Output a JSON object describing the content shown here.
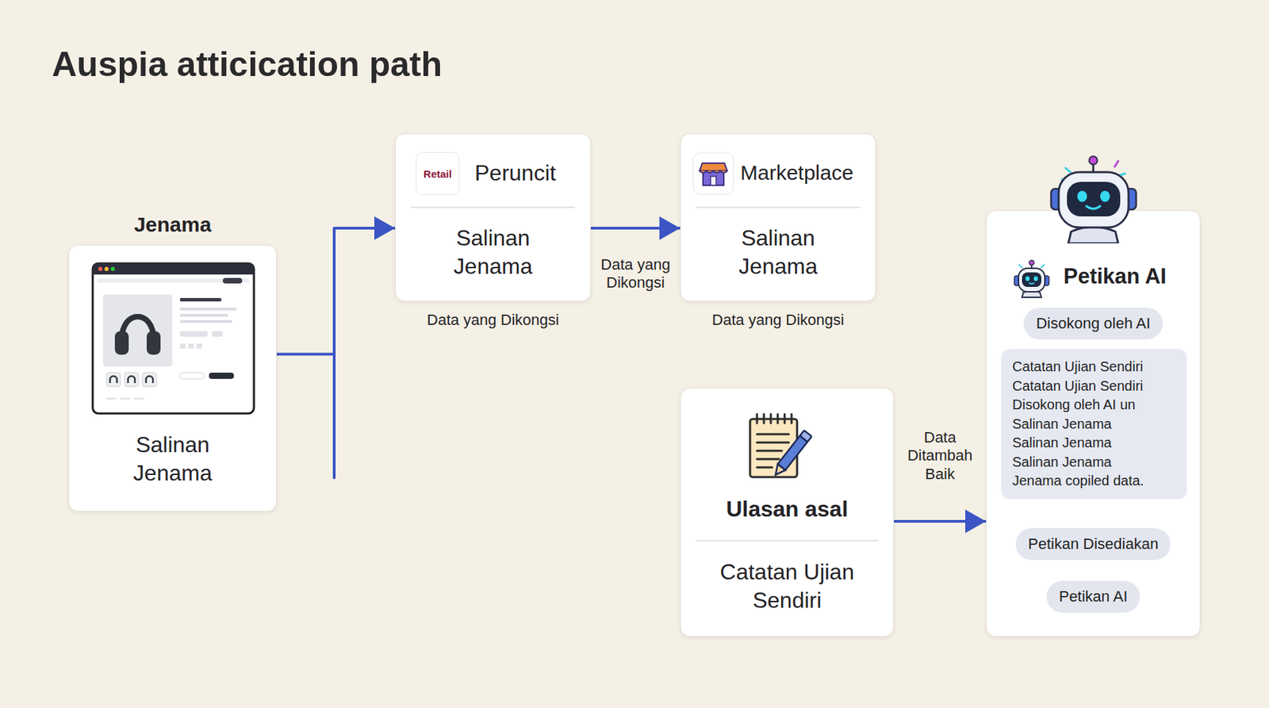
{
  "diagram": {
    "title": "Auspia atticication path",
    "nodes": [
      {
        "text": [
          "Jenama",
          "Salinan Jenama"
        ]
      },
      {
        "text": [
          "Peruncit",
          "Salinan Jenama",
          "Data yang Dikongsi"
        ]
      },
      {
        "text": [
          "Retail"
        ],
        "in": 1
      },
      {
        "text": [
          "Marketplace",
          "Salinan Jenama",
          "Data yang Dikongsi"
        ]
      },
      {
        "text": [
          "Ulasan asal",
          "Catatan Ujian Sendiri"
        ]
      },
      {
        "text": [
          "Petikan AI"
        ]
      },
      {
        "text": [
          "Disokong oleh AI"
        ],
        "in": 5
      },
      {
        "text": [
          "Catatan Ujian Sendiri Catatan Ujian Sendiri Disokong oleh AI un Salinan Jenama Salinan Jenama Salinan Jenama Jenama copiled data."
        ],
        "in": 5
      },
      {
        "text": [
          "Petikan Disediakan"
        ],
        "in": 5
      },
      {
        "text": [
          "Petikan AI"
        ],
        "in": 5
      }
    ],
    "edges": [
      {
        "from": 0,
        "to": 1,
        "arrow": "to"
      },
      {
        "from": 1,
        "to": 3,
        "label": "Data yang Dikongsi",
        "arrow": "to"
      },
      {
        "from": 4,
        "to": 5,
        "label": "Data Ditambah Baik",
        "arrow": "to"
      }
    ]
  }
}
